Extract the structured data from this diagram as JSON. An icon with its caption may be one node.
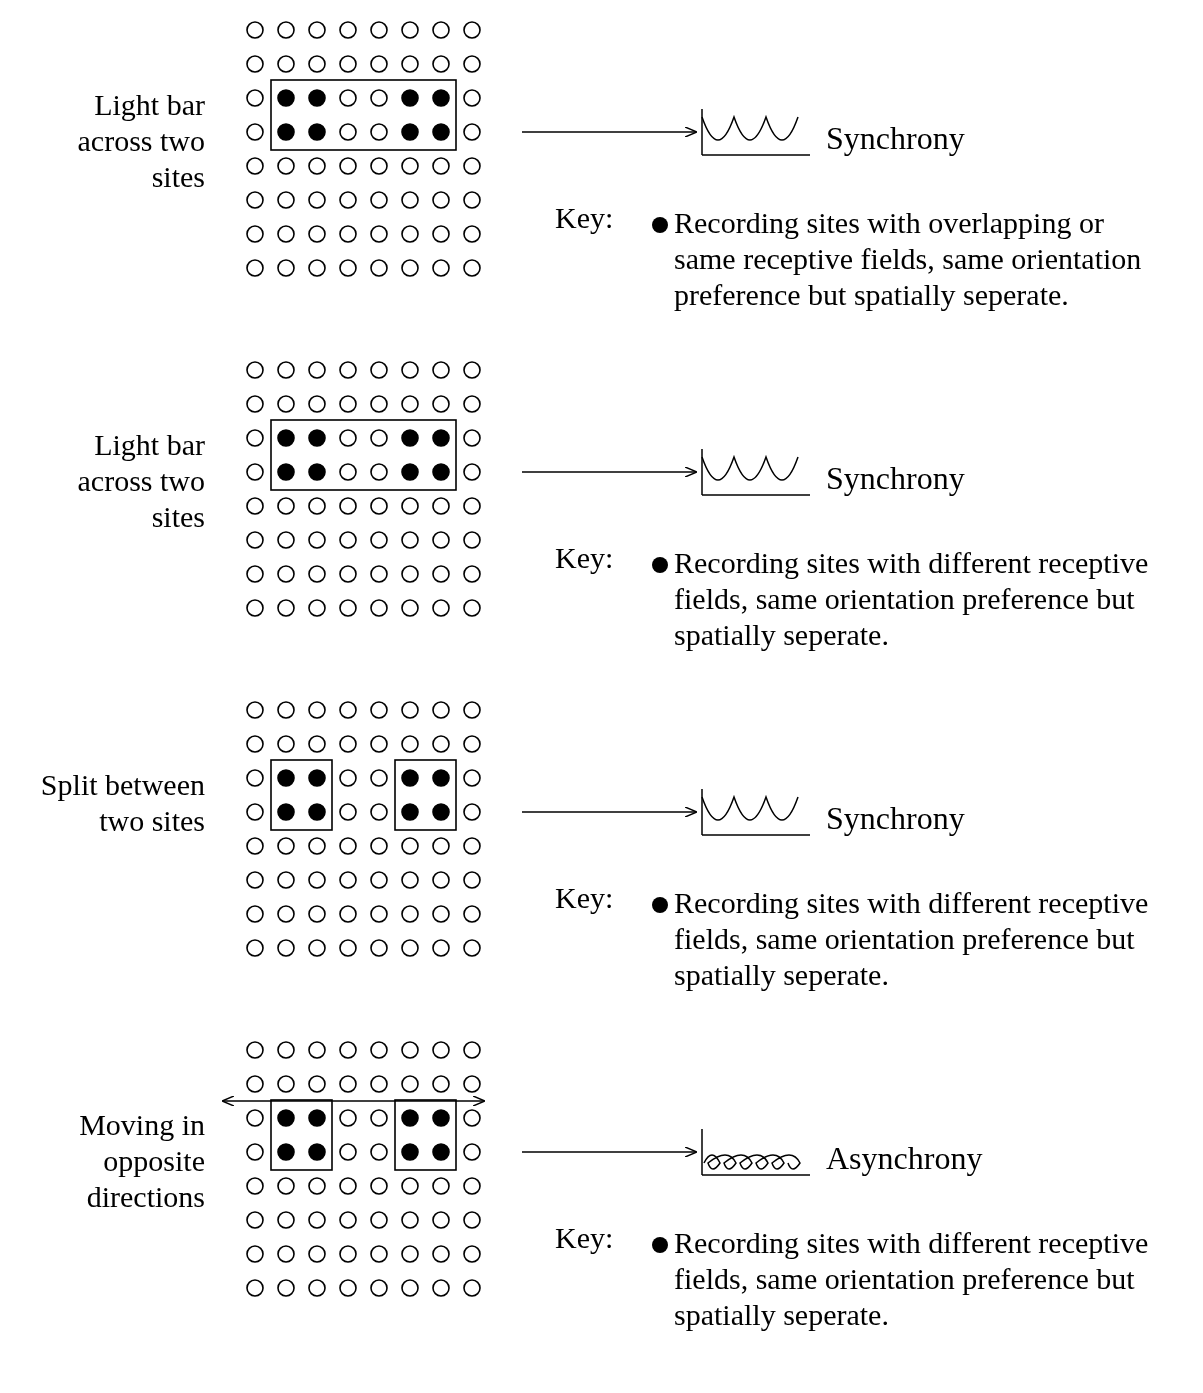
{
  "diagram": {
    "nodes": [
      {
        "text": [],
        "shape": "picture",
        "beside": [
          "Light bar across two sites"
        ]
      },
      {
        "text": [
          "Synchrony"
        ]
      },
      {
        "text": [],
        "shape": "picture",
        "beside": [
          "Light bar across two sites"
        ]
      },
      {
        "text": [
          "Synchrony"
        ]
      },
      {
        "text": [],
        "shape": "picture",
        "beside": [
          "Split between two sites"
        ]
      },
      {
        "text": [
          "Synchrony"
        ]
      },
      {
        "text": [],
        "shape": "picture",
        "beside": [
          "Moving in opposite directions"
        ]
      },
      {
        "text": [
          "Asynchrony"
        ]
      }
    ],
    "edges": [
      {
        "from": 0,
        "to": 1,
        "arrow": "to"
      },
      {
        "from": 2,
        "to": 3,
        "arrow": "to"
      },
      {
        "from": 4,
        "to": 5,
        "arrow": "to"
      },
      {
        "from": 6,
        "to": 7,
        "arrow": "to"
      }
    ],
    "labels": [
      "Key:",
      "Key:",
      "Key:",
      "Key:"
    ],
    "legend": [
      {
        "text": "Recording sites with overlapping or same receptive fields, same orientation preference but spatially seperate."
      },
      {
        "text": "Recording sites with different receptive fields, same orientation preference but spatially seperate."
      },
      {
        "text": "Recording sites with different receptive fields, same orientation preference but spatially seperate."
      },
      {
        "text": "Recording sites with different receptive fields, same orientation preference but spatially seperate."
      }
    ]
  }
}
